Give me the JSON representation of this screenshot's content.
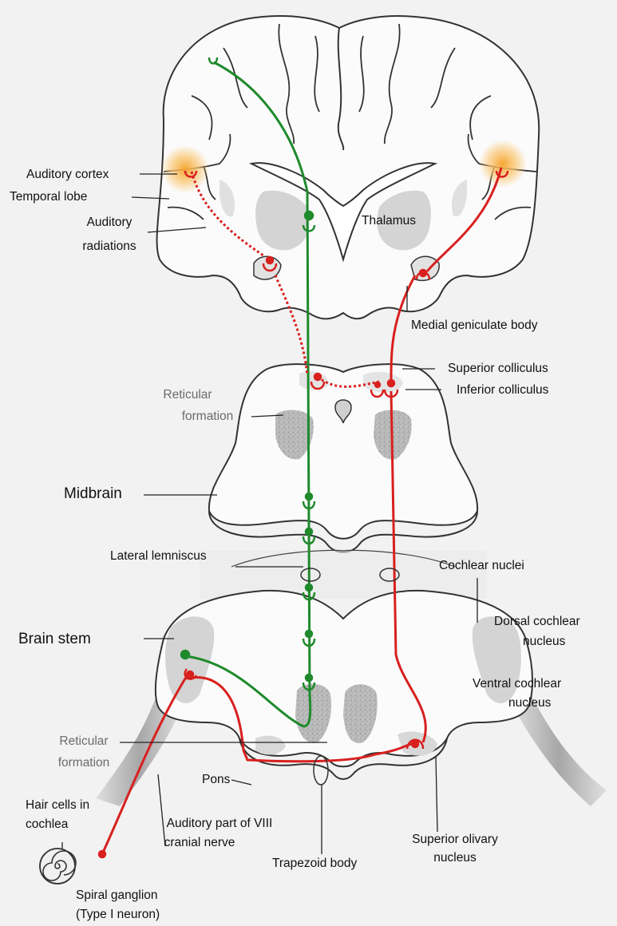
{
  "labels": {
    "auditory_cortex": "Auditory cortex",
    "temporal_lobe": "Temporal lobe",
    "auditory_radiations_1": "Auditory",
    "auditory_radiations_2": "radiations",
    "thalamus": "Thalamus",
    "medial_geniculate_body": "Medial geniculate body",
    "superior_colliculus": "Superior colliculus",
    "inferior_colliculus": "Inferior colliculus",
    "reticular_formation_upper_1": "Reticular",
    "reticular_formation_upper_2": "formation",
    "midbrain": "Midbrain",
    "lateral_lemniscus": "Lateral lemniscus",
    "cochlear_nuclei": "Cochlear  nuclei",
    "brain_stem": "Brain stem",
    "dorsal_cochlear_1": "Dorsal cochlear",
    "dorsal_cochlear_2": "nucleus",
    "ventral_cochlear_1": "Ventral cochlear",
    "ventral_cochlear_2": "nucleus",
    "reticular_formation_lower_1": "Reticular",
    "reticular_formation_lower_2": "formation",
    "pons": "Pons",
    "hair_cells_1": "Hair cells in",
    "hair_cells_2": "cochlea",
    "auditory_nerve_1": "Auditory part of VIII",
    "auditory_nerve_2": "cranial nerve",
    "superior_olivary_1": "Superior olivary",
    "superior_olivary_2": "nucleus",
    "trapezoid_body": "Trapezoid body",
    "spiral_ganglion_1": "Spiral ganglion",
    "spiral_ganglion_2": "(Type I neuron)"
  },
  "colors": {
    "background": "#f2f2f2",
    "tissue": "#fbfbfb",
    "outline": "#333333",
    "grey_matter": "#d4d4d4",
    "reticular": "#b8b8b8",
    "pathway_red": "#d8201e",
    "pathway_green": "#1f8a2c",
    "cortex_glow": "#f7a531"
  }
}
